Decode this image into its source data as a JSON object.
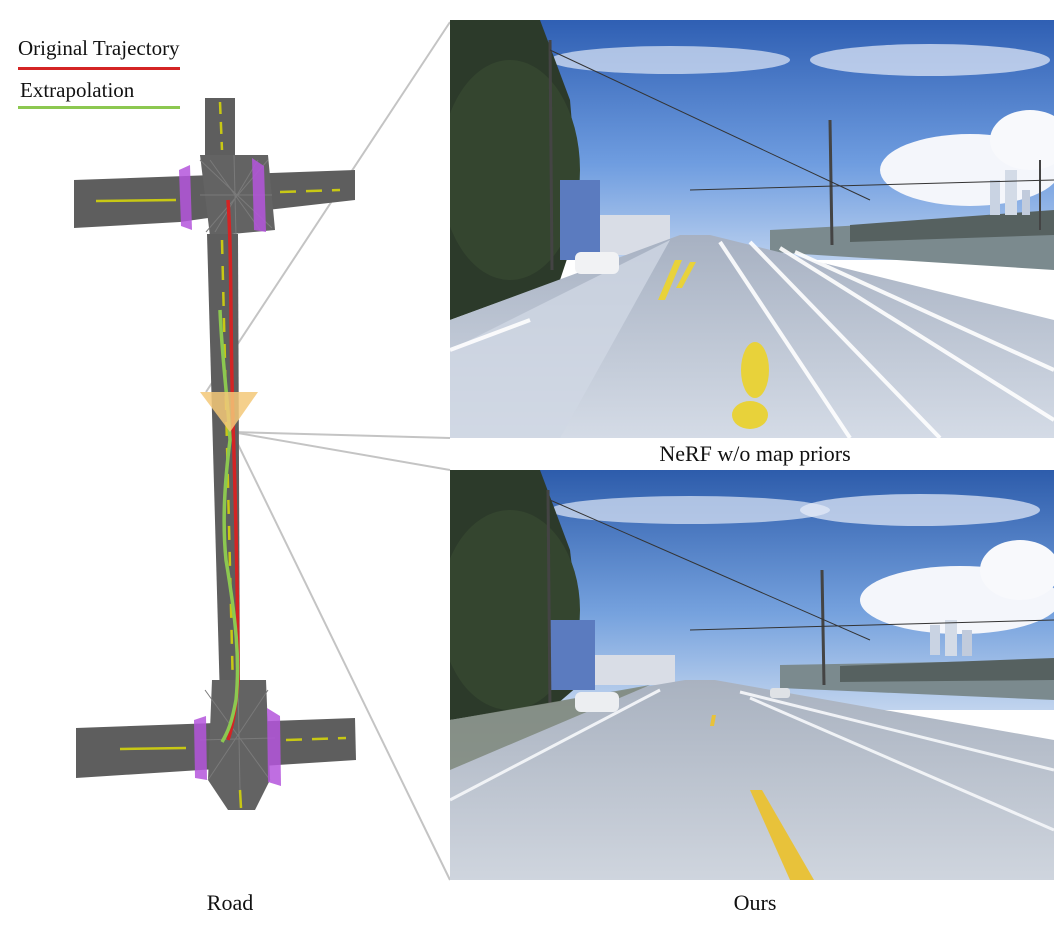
{
  "legend": {
    "original_label": "Original Trajectory",
    "extrapolation_label": "Extrapolation"
  },
  "captions": {
    "left": "Road",
    "top_right": "NeRF w/o map priors",
    "bottom_right": "Ours"
  },
  "colors": {
    "original_trajectory": "#d42424",
    "extrapolation": "#8cc850",
    "road": "#5e5e5e",
    "lane_marking": "#c8c814",
    "crosswalk": "#b455dc",
    "camera_frustum": "#f3c878",
    "connector_lines": "#bdbdbd"
  }
}
